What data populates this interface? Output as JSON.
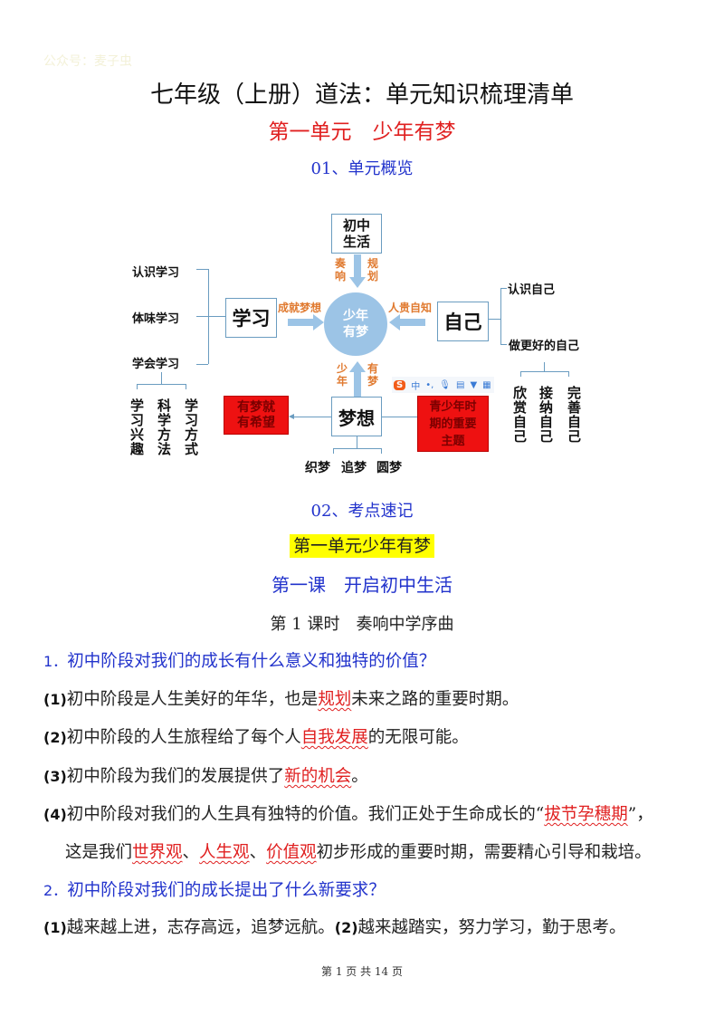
{
  "watermark": "公众号：麦子虫",
  "title": "七年级（上册）道法：单元知识梳理清单",
  "unit_title": "第一单元　少年有梦",
  "section1": "01、单元概览",
  "diagram": {
    "center": "少年有梦",
    "top_box": "初中生活",
    "top_labels": [
      "奏响",
      "规划"
    ],
    "left_box": "学习",
    "left_arrow_label": "成就梦想",
    "left_items": [
      "认识学习",
      "体味学习",
      "学会学习"
    ],
    "left_sub_items": [
      "学习兴趣",
      "科学方法",
      "学习方式"
    ],
    "right_box": "自己",
    "right_arrow_label": "人贵自知",
    "right_items": [
      "认识自己",
      "做更好的自己"
    ],
    "right_sub_items": [
      "欣赏自己",
      "接纳自己",
      "完善自己"
    ],
    "bottom_box": "梦想",
    "bottom_labels": [
      "少年",
      "有梦"
    ],
    "bottom_items": [
      "织梦",
      "追梦",
      "圆梦"
    ],
    "red_left": "有梦就有希望",
    "red_right": "青少年时期的重要主题",
    "toolbar": {
      "logo": "S",
      "lang": "中",
      "icons": [
        "punctuation-icon",
        "mic-icon",
        "keyboard-icon",
        "skin-icon",
        "grid-icon"
      ],
      "colors": {
        "logo": "#f25c19",
        "icon": "#3a7bd5"
      }
    }
  },
  "section2": "02、考点速记",
  "highlight": "第一单元少年有梦",
  "lesson": "第一课　开启初中生活",
  "period": "第 1 课时　奏响中学序曲",
  "q1": {
    "num": "1．",
    "text": "初中阶段对我们的成长有什么意义和独特的价值？"
  },
  "a1": {
    "num": "(1)",
    "pre": "初中阶段是人生美好的年华，也是",
    "key": "规划",
    "post": "未来之路的重要时期。"
  },
  "a2": {
    "num": "(2)",
    "pre": "初中阶段的人生旅程给了每个人",
    "key": "自我发展",
    "post": "的无限可能。"
  },
  "a3": {
    "num": "(3)",
    "pre": "初中阶段为我们的发展提供了",
    "key": "新的机会",
    "post": "。"
  },
  "a4": {
    "num": "(4)",
    "pre": "初中阶段对我们的人生具有独特的价值。我们正处于生命成长的“",
    "key": "拔节孕穗期",
    "post": "”，"
  },
  "a4b": {
    "pre": "这是我们",
    "k1": "世界观",
    "s1": "、",
    "k2": "人生观",
    "s2": "、",
    "k3": "价值观",
    "post": "初步形成的重要时期，需要精心引导和栽培。"
  },
  "q2": {
    "num": "2．",
    "text": "初中阶段对我们的成长提出了什么新要求？"
  },
  "a5": {
    "num1": "(1)",
    "t1": "越来越上进，志存高远，追梦远航。",
    "num2": "(2)",
    "t2": "越来越踏实，努力学习，勤于思考。"
  },
  "footer": "第 1 页 共 14 页",
  "colors": {
    "red": "#e02020",
    "blue": "#2233cc",
    "highlight": "#ffff00",
    "circle": "#9cc4e6",
    "orange": "#e07a30"
  }
}
